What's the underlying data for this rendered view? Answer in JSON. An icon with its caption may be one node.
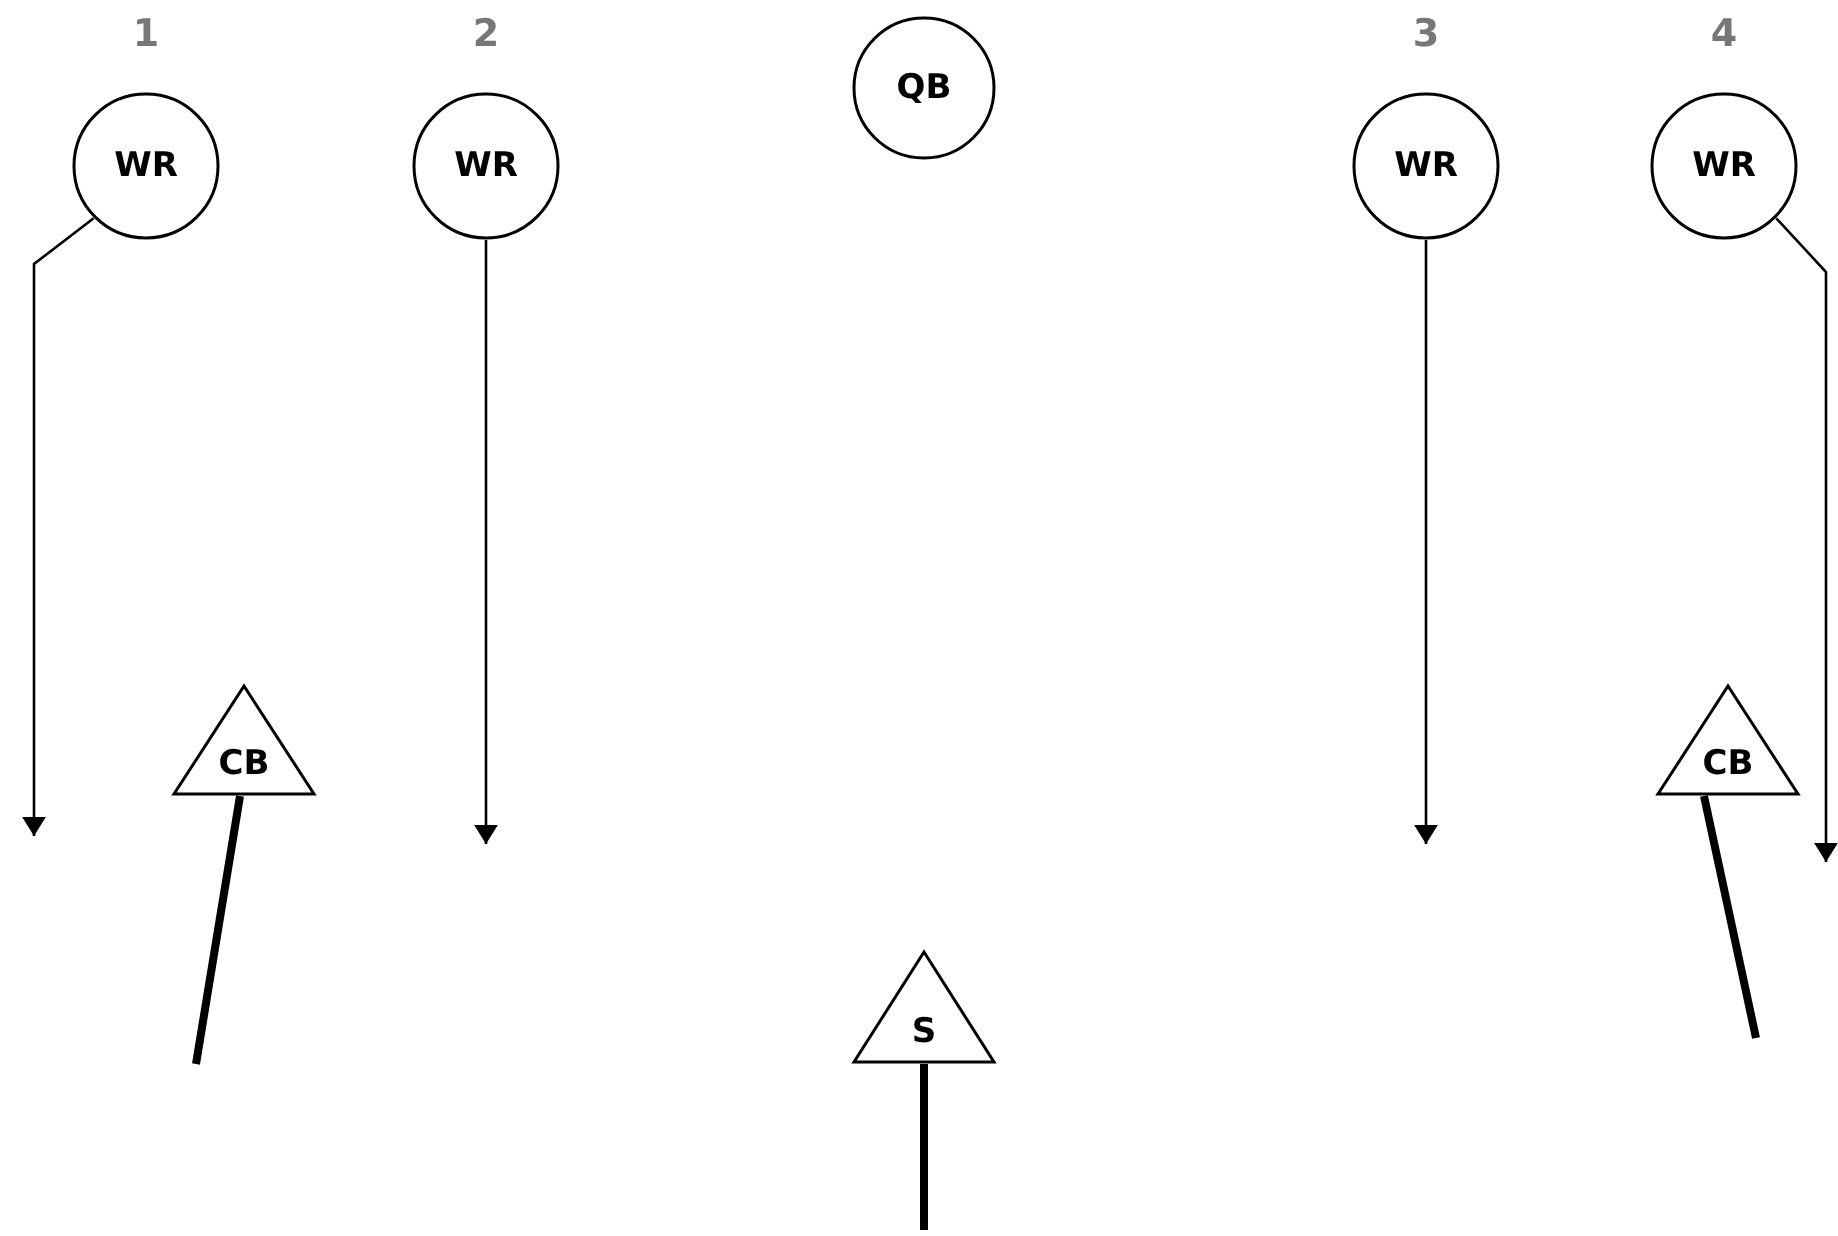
{
  "diagram": {
    "nodes": [
      {
        "text": [
          "1",
          "WR"
        ]
      },
      {
        "text": [
          "2",
          "WR"
        ]
      },
      {
        "text": [
          "QB"
        ]
      },
      {
        "text": [
          "3",
          "WR"
        ]
      },
      {
        "text": [
          "4",
          "WR"
        ]
      },
      {
        "text": [
          "CB"
        ]
      },
      {
        "text": [
          "CB"
        ]
      },
      {
        "text": [
          "S"
        ]
      }
    ],
    "edges": [
      {
        "from": 0,
        "to": null,
        "arrow": "to"
      },
      {
        "from": 1,
        "to": null,
        "arrow": "to"
      },
      {
        "from": 3,
        "to": null,
        "arrow": "to"
      },
      {
        "from": 4,
        "to": null,
        "arrow": "to"
      },
      {
        "from": 5,
        "to": null,
        "arrow": "none",
        "style": "thick"
      },
      {
        "from": 6,
        "to": null,
        "arrow": "none",
        "style": "thick"
      },
      {
        "from": 7,
        "to": null,
        "arrow": "none",
        "style": "thick"
      }
    ]
  }
}
